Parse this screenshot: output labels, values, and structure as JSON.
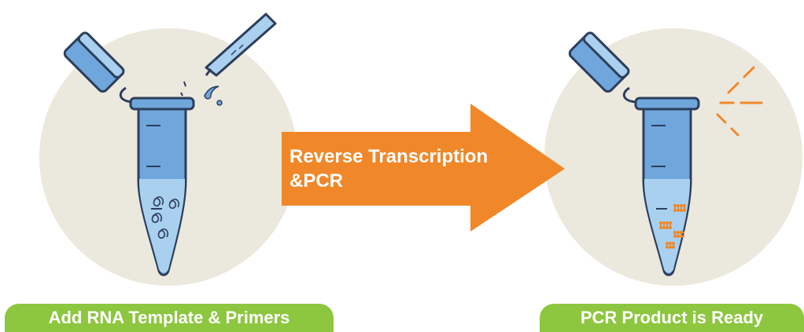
{
  "step_arrow": {
    "line1": "Reverse Transcription",
    "line2": "&PCR"
  },
  "step_left": {
    "label": "Add RNA Template & Primers"
  },
  "step_right": {
    "label": "PCR Product is Ready"
  },
  "colors": {
    "circle_bg": "#ebe8dd",
    "tube_blue": "#6fa7dc",
    "tube_light": "#a9d0ef",
    "tube_outline": "#2d3e5c",
    "arrow_orange": "#f0882a",
    "label_green": "#8dc63f",
    "rna_stroke": "#2d3e5c",
    "product_orange": "#f0882a"
  },
  "icons": [
    "pipette-tip-icon",
    "microcentrifuge-tube-icon",
    "rna-strand-icon",
    "dna-product-icon",
    "burst-lines-icon"
  ]
}
